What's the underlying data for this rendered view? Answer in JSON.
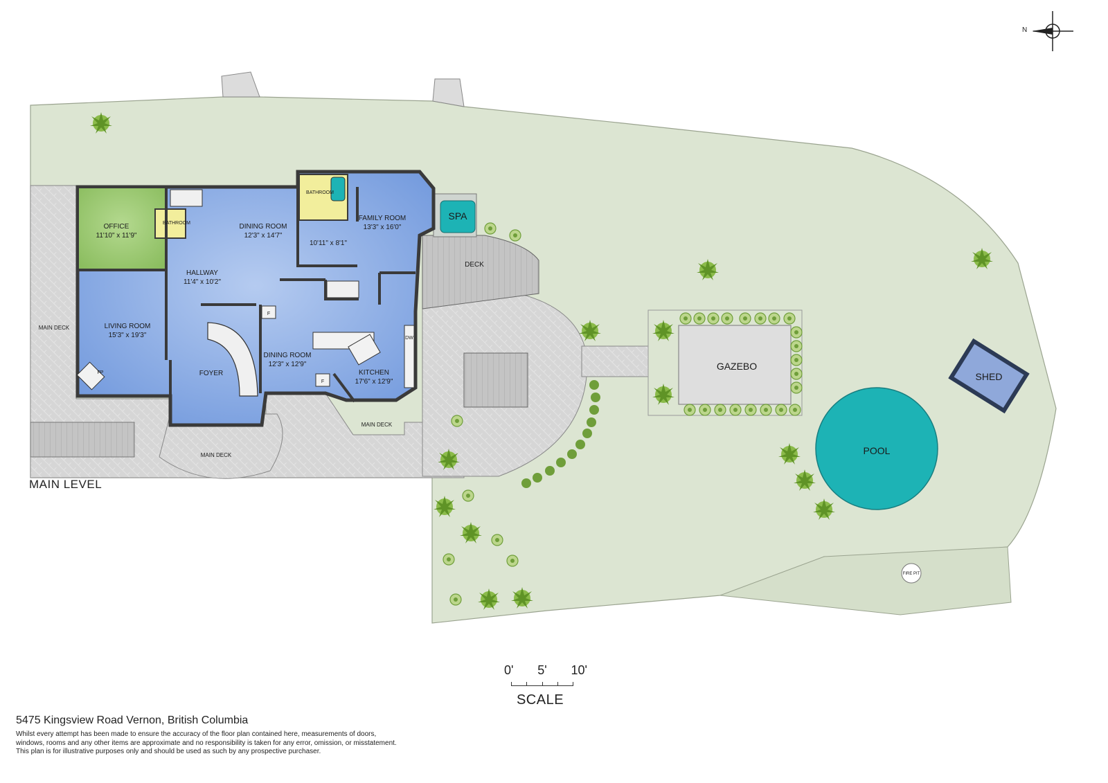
{
  "level_label": "MAIN LEVEL",
  "compass": {
    "north_label": "N"
  },
  "rooms": {
    "office": {
      "name": "OFFICE",
      "dims": "11'10\" x 11'9\""
    },
    "dining_room_1": {
      "name": "DINING ROOM",
      "dims": "12'3\" x 14'7\""
    },
    "family_room": {
      "name": "FAMILY ROOM",
      "dims": "13'3\" x 16'0\""
    },
    "bedroom_dims": {
      "dims": "10'11\" x 8'1\""
    },
    "hallway": {
      "name": "HALLWAY",
      "dims": "11'4\" x 10'2\""
    },
    "living_room": {
      "name": "LIVING ROOM",
      "dims": "15'3\" x 19'3\""
    },
    "foyer": {
      "name": "FOYER"
    },
    "dining_room_2": {
      "name": "DINING ROOM",
      "dims": "12'3\" x 12'9\""
    },
    "kitchen": {
      "name": "KITCHEN",
      "dims": "17'6\" x 12'9\""
    },
    "bathroom_1": {
      "name": "BATHROOM"
    },
    "bathroom_2": {
      "name": "BATHROOM"
    }
  },
  "fixtures": {
    "fireplace": "FP",
    "fridge_1": "F",
    "fridge_2": "F",
    "dishwasher": "DW"
  },
  "outdoor": {
    "spa": "SPA",
    "deck": "DECK",
    "main_deck_west": "MAIN DECK",
    "main_deck_south": "MAIN DECK",
    "main_deck_kitchen": "MAIN DECK",
    "gazebo": "GAZEBO",
    "shed": "SHED",
    "pool": "POOL",
    "fire_pit": "FIRE PIT"
  },
  "scale": {
    "marks": [
      "0'",
      "5'",
      "10'"
    ],
    "title": "SCALE"
  },
  "address": "5475 Kingsview Road Vernon, British Columbia",
  "disclaimer": [
    "Whilst every attempt has been made to ensure the accuracy of the floor plan contained here, measurements of doors,",
    "windows, rooms and any other items are approximate and no responsibility is taken for any error, omission, or misstatement.",
    "This plan is for illustrative purposes only and should be used as such by any prospective purchaser."
  ],
  "colors": {
    "lawn": "#dce5d2",
    "room_blue": "#a3bde6",
    "office_green": "#9cc77a",
    "bathroom_yellow": "#f2ee9c",
    "water_teal": "#1db3b5",
    "deck_gray": "#c9c9c9",
    "plant_green": "#6f9e3a",
    "wall": "#3a3a3a"
  }
}
